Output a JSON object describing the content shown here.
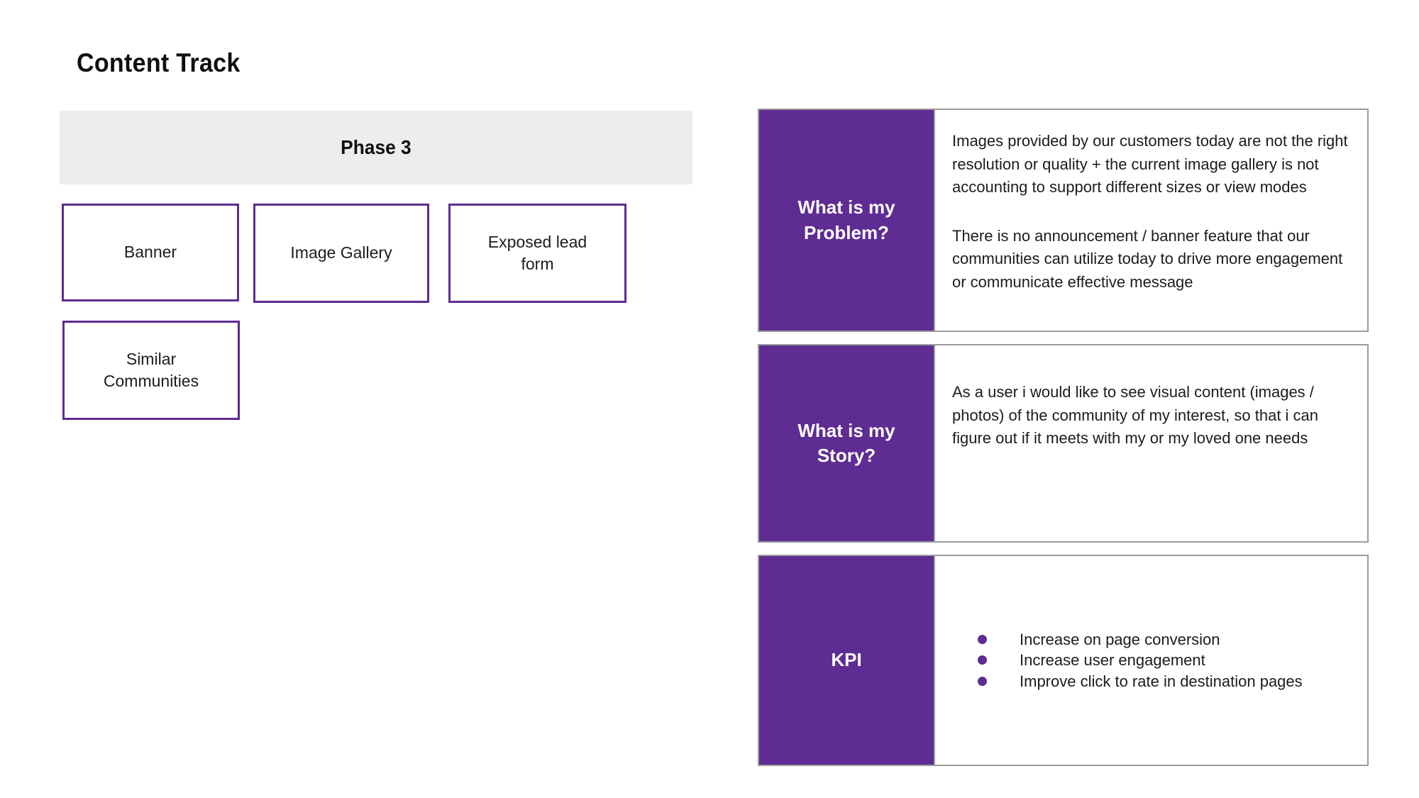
{
  "page": {
    "title": "Content Track"
  },
  "phase_header": {
    "label": "Phase 3"
  },
  "feature_boxes": [
    {
      "label": "Banner"
    },
    {
      "label": "Image Gallery"
    },
    {
      "label": "Exposed lead form"
    },
    {
      "label": "Similar Communities"
    }
  ],
  "info_rows": [
    {
      "label": "What is my Problem?",
      "paragraphs": [
        "Images provided by our customers today are not the right resolution or quality + the current image gallery is not accounting to support different sizes or view modes",
        "There is no announcement / banner feature that our communities can utilize today to drive more engagement or communicate effective message"
      ]
    },
    {
      "label": "What is my Story?",
      "paragraphs": [
        "As a user i would like to see visual content (images / photos) of the community of my interest, so that i can figure out if it meets with my or my loved one needs"
      ]
    },
    {
      "label": "KPI",
      "bullets": [
        "Increase on page conversion",
        "Increase user engagement",
        "Improve click to rate in destination pages"
      ]
    }
  ],
  "colors": {
    "purple_fill": "#5e2c92",
    "box_border_purple": "#5e2c8f",
    "table_border_gray": "#9b9b9b",
    "phase_bar_bg": "#ededed"
  }
}
